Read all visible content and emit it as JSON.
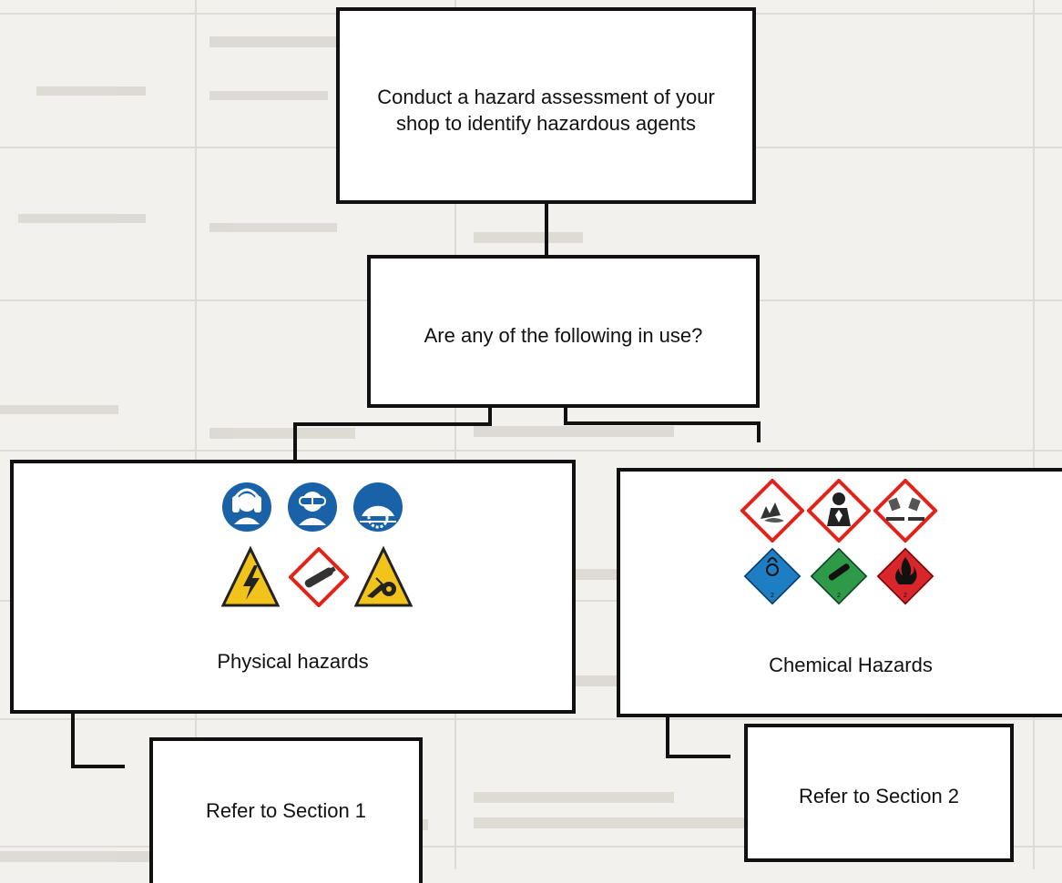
{
  "diagram": {
    "step_assess": {
      "line1": "Conduct a hazard assessment of your",
      "line2": "shop to identify hazardous agents"
    },
    "step_question": "Are any of the following in use?",
    "branch_physical": {
      "label": "Physical hazards",
      "symbols": [
        {
          "icon": "hearing-protection-icon",
          "kind": "mandatory",
          "color": "#1a62a8"
        },
        {
          "icon": "eye-protection-goggles-icon",
          "kind": "mandatory",
          "color": "#1a62a8"
        },
        {
          "icon": "saw-blade-guard-icon",
          "kind": "mandatory",
          "color": "#1a62a8"
        },
        {
          "icon": "electrical-hazard-icon",
          "kind": "warning",
          "color": "#f2c31a"
        },
        {
          "icon": "gas-cylinder-icon",
          "kind": "ghs",
          "color": "#e2231a"
        },
        {
          "icon": "machinery-entanglement-icon",
          "kind": "warning",
          "color": "#f2c31a"
        }
      ]
    },
    "branch_chemical": {
      "label": "Chemical Hazards",
      "symbols": [
        {
          "icon": "environment-hazard-icon",
          "kind": "ghs",
          "color": "#e2231a"
        },
        {
          "icon": "health-hazard-icon",
          "kind": "ghs",
          "color": "#e2231a"
        },
        {
          "icon": "corrosive-icon",
          "kind": "ghs",
          "color": "#e2231a"
        },
        {
          "icon": "non-flammable-gas-2-2-icon",
          "kind": "transport",
          "color": "#1e7ec4"
        },
        {
          "icon": "non-flammable-gas-2-icon",
          "kind": "transport",
          "color": "#2e9a48"
        },
        {
          "icon": "flammable-gas-icon",
          "kind": "transport",
          "color": "#d8262a"
        }
      ]
    },
    "section1": "Refer to Section 1",
    "section2": "Refer to Section 2"
  }
}
